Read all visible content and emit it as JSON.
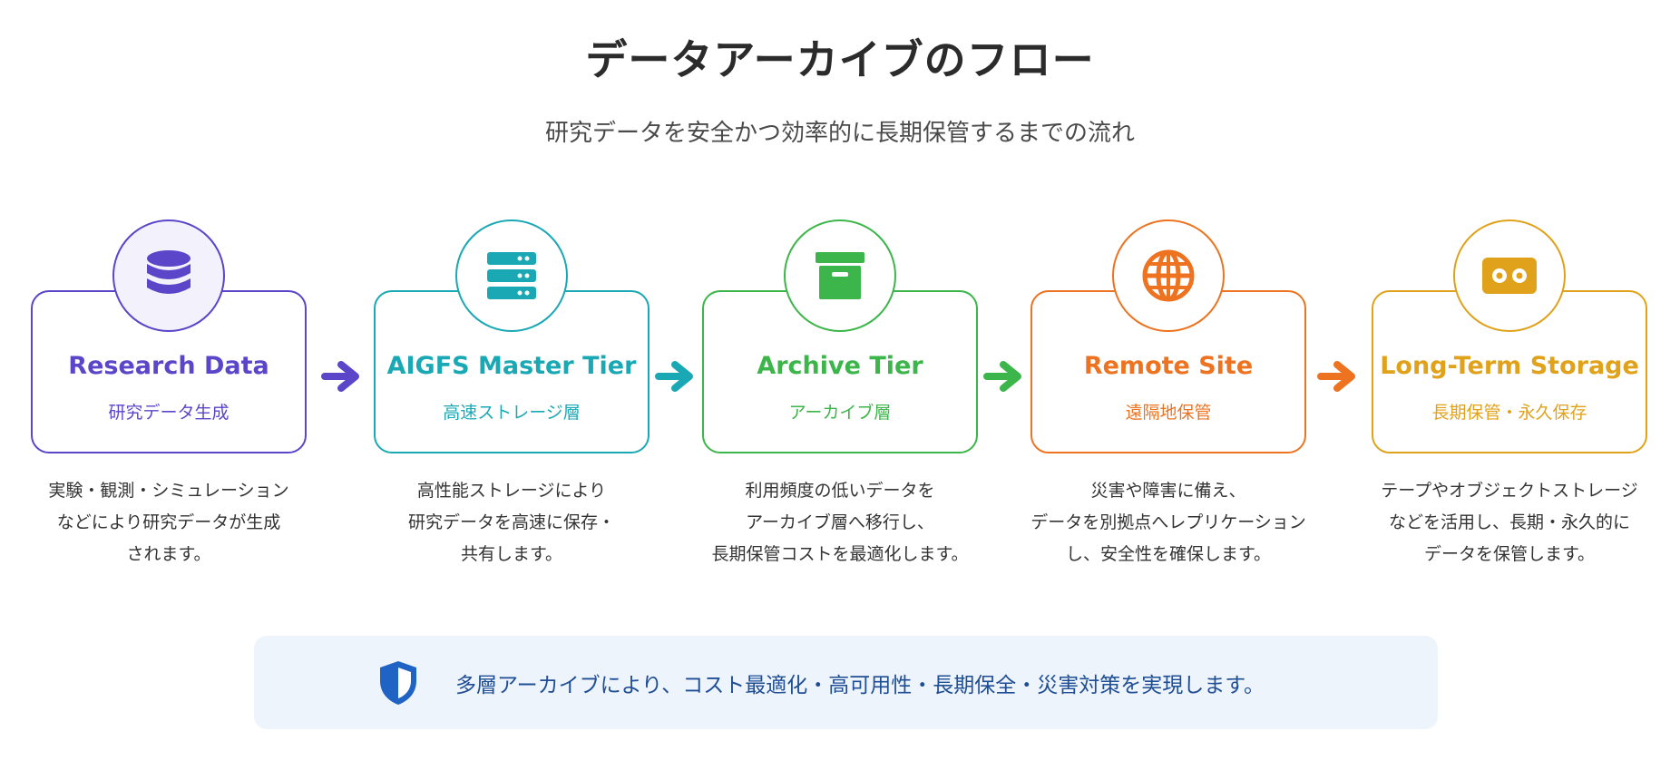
{
  "title": "データアーカイブのフロー",
  "subtitle": "研究データを安全かつ効率的に長期保管するまでの流れ",
  "stages": [
    {
      "icon": "database-icon",
      "color": "#5b45c9",
      "circle_fill": "#f3f1fc",
      "title": "Research Data",
      "subtitle": "研究データ生成",
      "description": [
        "実験・観測・シミュレーション",
        "などにより研究データが生成",
        "されます。"
      ]
    },
    {
      "icon": "server-icon",
      "color": "#1aa9b4",
      "circle_fill": "#ffffff",
      "title": "AIGFS Master Tier",
      "subtitle": "高速ストレージ層",
      "description": [
        "高性能ストレージにより",
        "研究データを高速に保存・",
        "共有します。"
      ]
    },
    {
      "icon": "archive-box-icon",
      "color": "#3cb54a",
      "circle_fill": "#ffffff",
      "title": "Archive Tier",
      "subtitle": "アーカイブ層",
      "description": [
        "利用頻度の低いデータを",
        "アーカイブ層へ移行し、",
        "長期保管コストを最適化します。"
      ]
    },
    {
      "icon": "globe-icon",
      "color": "#ee7320",
      "circle_fill": "#ffffff",
      "title": "Remote Site",
      "subtitle": "遠隔地保管",
      "description": [
        "災害や障害に備え、",
        "データを別拠点へレプリケーション",
        "し、安全性を確保します。"
      ]
    },
    {
      "icon": "tape-cassette-icon",
      "color": "#e0a21b",
      "circle_fill": "#ffffff",
      "title": "Long-Term Storage",
      "subtitle": "長期保管・永久保存",
      "description": [
        "テープやオブジェクトストレージ",
        "などを活用し、長期・永久的に",
        "データを保管します。"
      ]
    }
  ],
  "arrow_colors": [
    "#5b45c9",
    "#1aa9b4",
    "#3cb54a",
    "#ee7320"
  ],
  "banner": {
    "icon": "shield-icon",
    "color": "#1f63c4",
    "text": "多層アーカイブにより、コスト最適化・高可用性・長期保全・災害対策を実現します。"
  }
}
